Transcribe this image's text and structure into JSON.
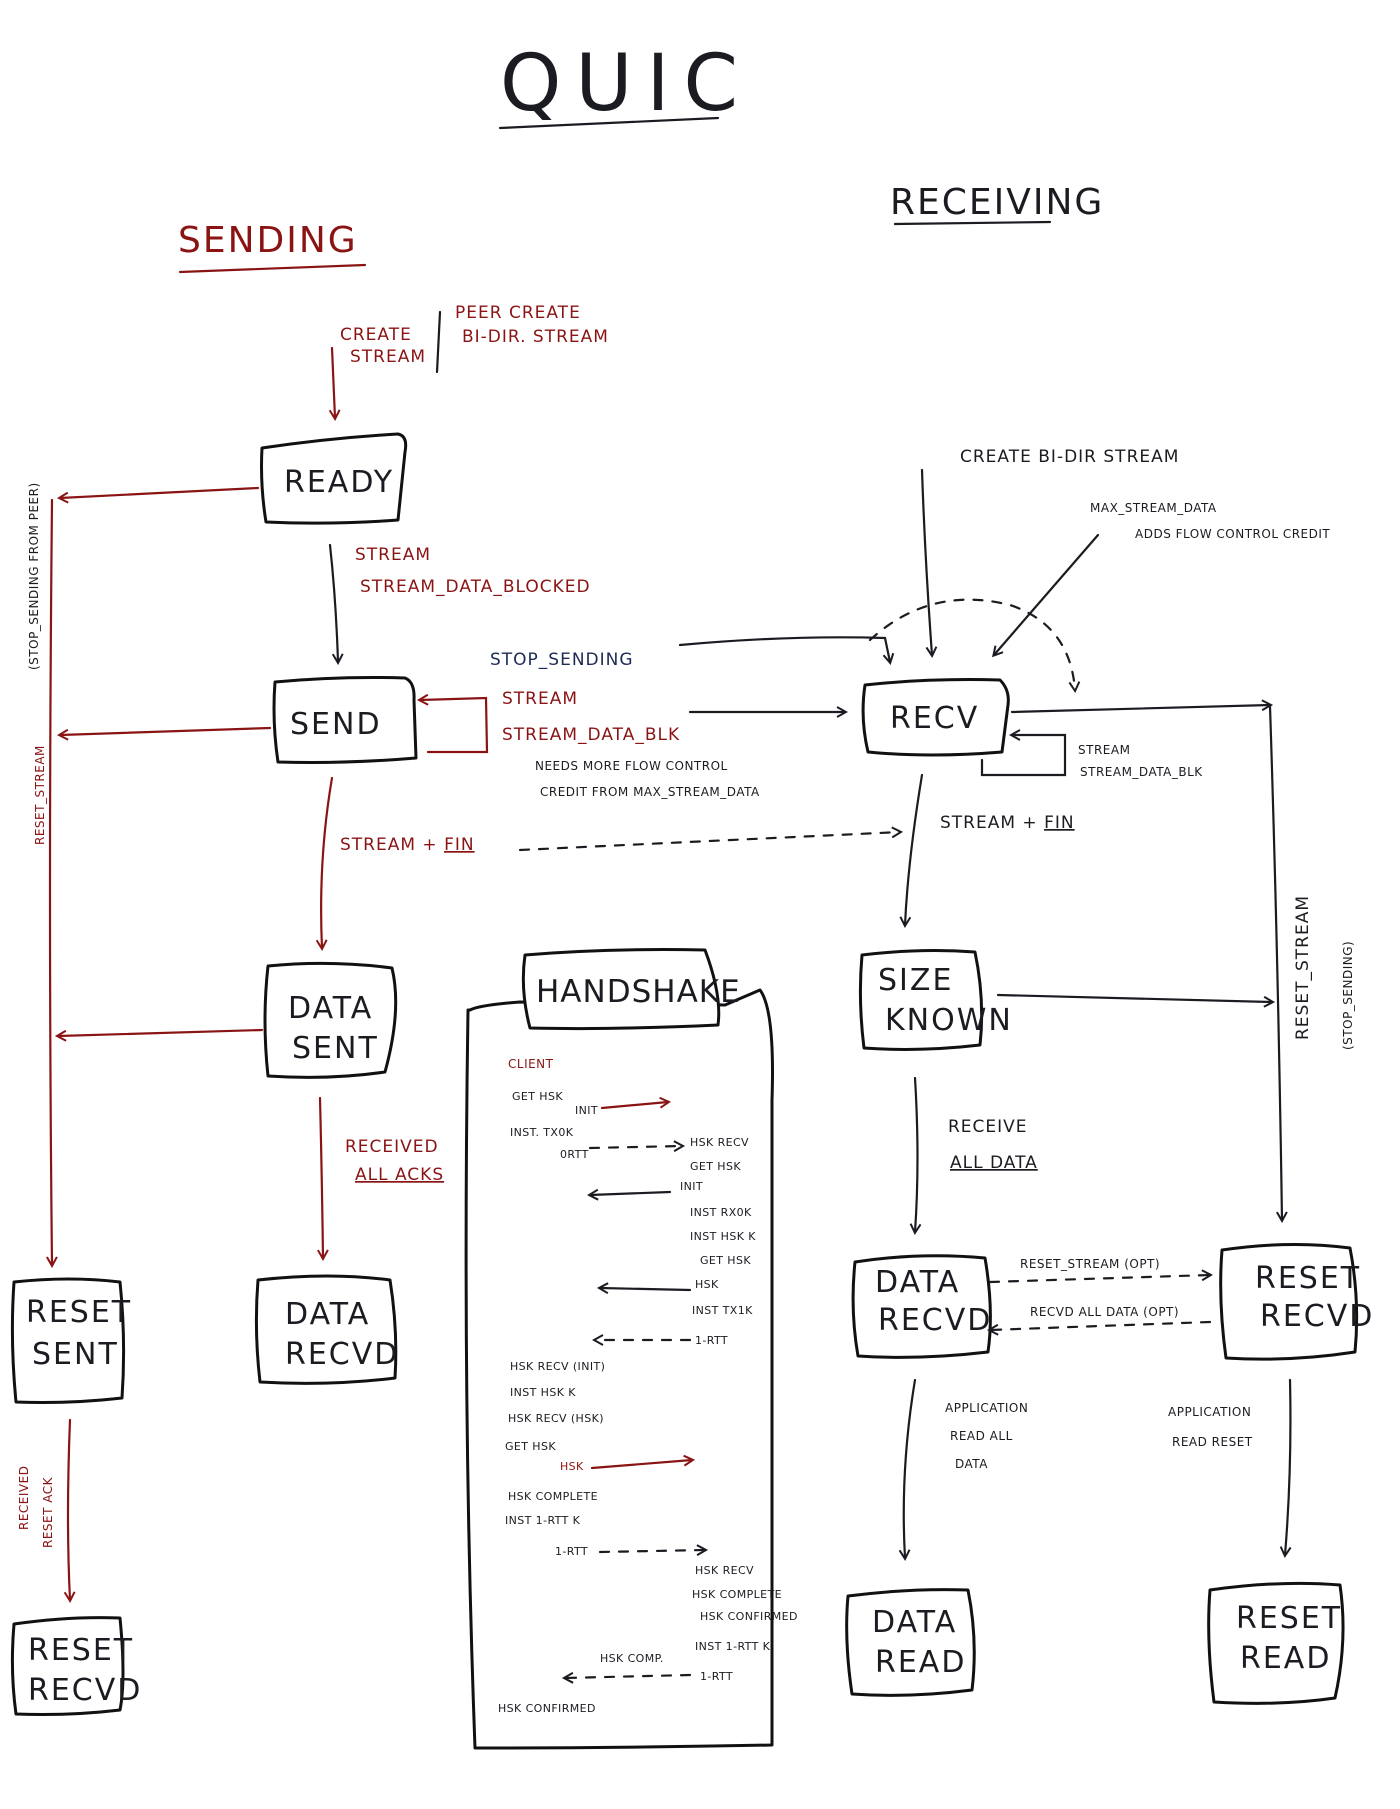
{
  "title": "QUIC",
  "sections": {
    "sending": "SENDING",
    "receiving": "RECEIVING"
  },
  "colors": {
    "ink": "#1b1b22",
    "red_ink": "#8a1414",
    "blue_ink": "#1d2a55"
  },
  "states": {
    "ready": "READY",
    "send": "SEND",
    "data_sent": [
      "DATA",
      "SENT"
    ],
    "data_recvd_send": [
      "DATA",
      "RECVD"
    ],
    "reset_sent": [
      "RESET",
      "SENT"
    ],
    "reset_recvd_send": [
      "RESET",
      "RECVD"
    ],
    "recv": "RECV",
    "size_known": [
      "SIZE",
      "KNOWN"
    ],
    "data_recvd_recv": [
      "DATA",
      "RECVD"
    ],
    "reset_recvd_recv": [
      "RESET",
      "RECVD"
    ],
    "data_read": [
      "DATA",
      "READ"
    ],
    "reset_read": [
      "RESET",
      "READ"
    ]
  },
  "labels": {
    "create_stream": [
      "CREATE",
      "STREAM"
    ],
    "peer_create": [
      "PEER CREATE",
      "BI-DIR. STREAM"
    ],
    "ready_to_send": [
      "STREAM",
      "STREAM_DATA_BLOCKED"
    ],
    "send_loop": [
      "STREAM",
      "STREAM_DATA_BLK"
    ],
    "flow_control": [
      "NEEDS MORE FLOW CONTROL",
      "CREDIT FROM MAX_STREAM_DATA"
    ],
    "stream_fin_send": [
      "STREAM + ",
      "FIN"
    ],
    "received_all_acks": [
      "RECEIVED",
      "ALL ACKS"
    ],
    "reset_stream_vertical": "RESET_STREAM",
    "stop_sending_vertical": "(STOP_SENDING FROM PEER)",
    "received_reset_ack": [
      "RECEIVED",
      "RESET ACK"
    ],
    "stop_sending": "STOP_SENDING",
    "create_bidir": "CREATE BI-DIR STREAM",
    "max_stream_data": [
      "MAX_STREAM_DATA",
      "ADDS FLOW CONTROL CREDIT"
    ],
    "recv_loop": [
      "STREAM",
      "STREAM_DATA_BLK"
    ],
    "stream_fin_recv": [
      "STREAM + ",
      "FIN"
    ],
    "receive_all_data": [
      "RECEIVE",
      "ALL DATA"
    ],
    "reset_stream_right": "RESET_STREAM",
    "stop_sending_right": "(STOP_SENDING)",
    "reset_stream_opt": "RESET_STREAM (OPT)",
    "recvd_all_data_opt": "RECVD ALL DATA (OPT)",
    "app_read_all": [
      "APPLICATION",
      "READ ALL",
      "DATA"
    ],
    "app_read_reset": [
      "APPLICATION",
      "READ RESET"
    ]
  },
  "handshake": {
    "title": "HANDSHAKE",
    "client": "CLIENT",
    "lines": [
      "GET HSK",
      "INIT",
      "INST. TX0K",
      "0RTT",
      "HSK RECV",
      "GET HSK",
      "INIT",
      "INST RX0K",
      "INST HSK K",
      "GET HSK",
      "HSK",
      "INST TX1K",
      "1-RTT",
      "HSK RECV (INIT)",
      "INST HSK K",
      "HSK RECV (HSK)",
      "GET HSK",
      "HSK",
      "HSK COMPLETE",
      "INST 1-RTT K",
      "1-RTT",
      "HSK RECV",
      "HSK COMPLETE",
      "HSK CONFIRMED",
      "INST 1-RTT K",
      "HSK COMP.",
      "1-RTT",
      "HSK CONFIRMED"
    ]
  }
}
